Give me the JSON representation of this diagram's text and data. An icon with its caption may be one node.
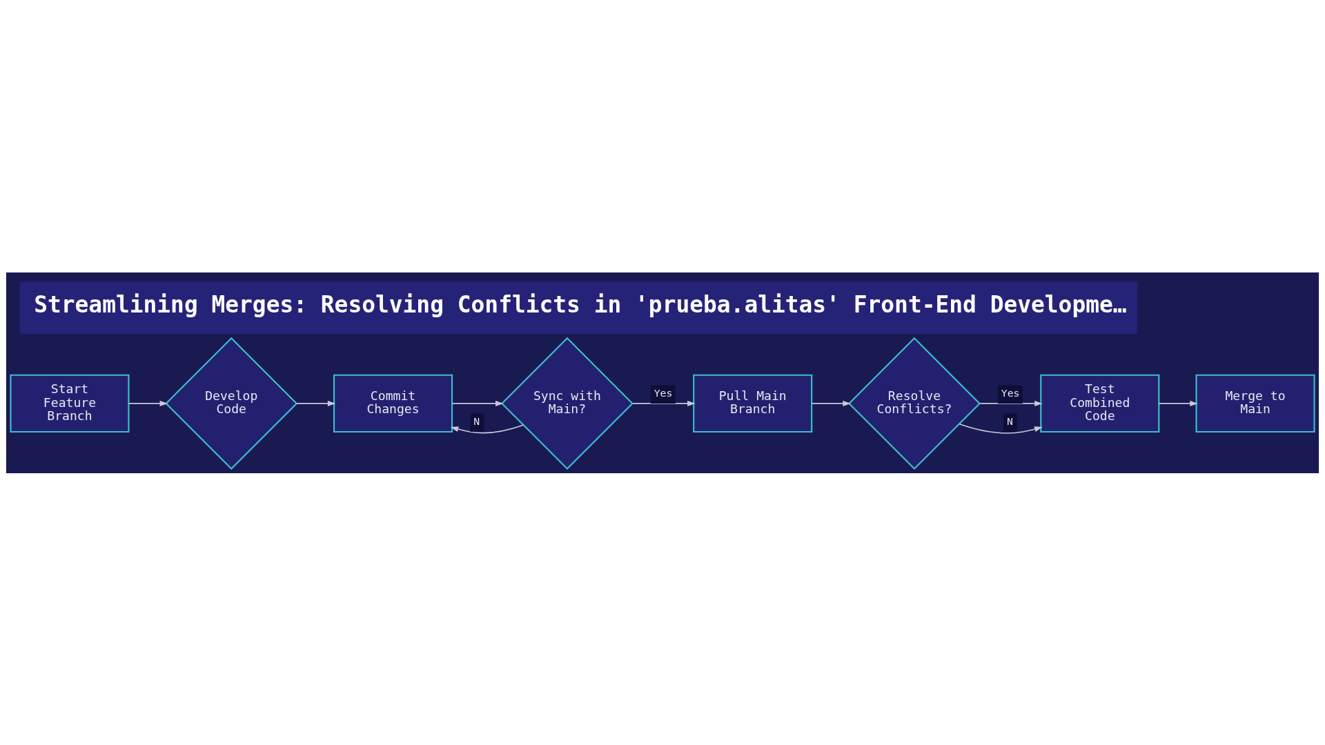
{
  "diagram": {
    "title": "Streamlining Merges: Resolving Conflicts in 'prueba.alitas' Front-End Developme…",
    "nodes": [
      {
        "text": [
          "Start Feature Branch"
        ]
      },
      {
        "text": [
          "Develop Code"
        ]
      },
      {
        "text": [
          "Commit Changes"
        ]
      },
      {
        "text": [
          "Sync with Main?"
        ]
      },
      {
        "text": [
          "Pull Main Branch"
        ]
      },
      {
        "text": [
          "Resolve Conflicts?"
        ]
      },
      {
        "text": [
          "Test Combined Code"
        ]
      },
      {
        "text": [
          "Merge to Main"
        ]
      }
    ],
    "edges": [
      {
        "from": 0,
        "to": 1,
        "arrow": "to"
      },
      {
        "from": 1,
        "to": 2,
        "arrow": "to"
      },
      {
        "from": 2,
        "to": 3,
        "arrow": "to"
      },
      {
        "from": 3,
        "to": 2,
        "arrow": "to",
        "label": "N"
      },
      {
        "from": 3,
        "to": 4,
        "arrow": "to",
        "label": "Yes"
      },
      {
        "from": 4,
        "to": 5,
        "arrow": "to"
      },
      {
        "from": 5,
        "to": 6,
        "arrow": "to",
        "label": "Yes"
      },
      {
        "from": 5,
        "to": 6,
        "arrow": "to",
        "label": "N"
      },
      {
        "from": 6,
        "to": 7,
        "arrow": "to"
      }
    ]
  }
}
